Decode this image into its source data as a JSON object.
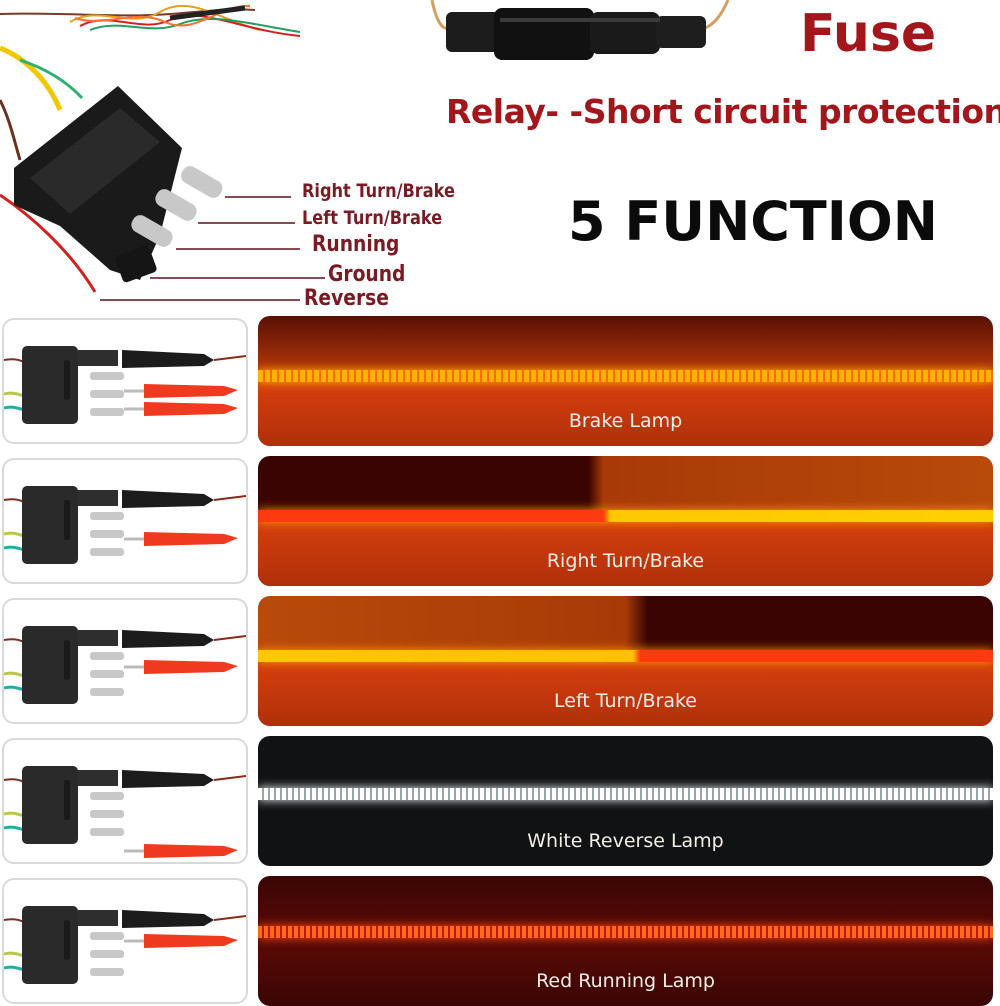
{
  "header": {
    "fuse_title": "Fuse",
    "relay_text": "Relay- -Short circuit protection",
    "function_title": "5 FUNCTION"
  },
  "connector_diagram": {
    "pins": [
      {
        "label": "Right Turn/Brake"
      },
      {
        "label": "Left Turn/Brake"
      },
      {
        "label": "Running"
      },
      {
        "label": "Ground"
      },
      {
        "label": "Reverse"
      }
    ]
  },
  "functions": [
    {
      "label": "Brake Lamp",
      "mode": "brake",
      "colors": {
        "bg": "#b3280a",
        "line": "#ffb300"
      }
    },
    {
      "label": "Right Turn/Brake",
      "mode": "right-turn",
      "colors": {
        "bg": "#a72808",
        "line": "#ff9a00"
      }
    },
    {
      "label": "Left Turn/Brake",
      "mode": "left-turn",
      "colors": {
        "bg": "#a72808",
        "line": "#ff9a00"
      }
    },
    {
      "label": "White Reverse Lamp",
      "mode": "reverse",
      "colors": {
        "bg": "#101214",
        "line": "#f4f6f8"
      }
    },
    {
      "label": "Red Running Lamp",
      "mode": "running",
      "colors": {
        "bg": "#4a0806",
        "line": "#ff4a10"
      }
    }
  ]
}
